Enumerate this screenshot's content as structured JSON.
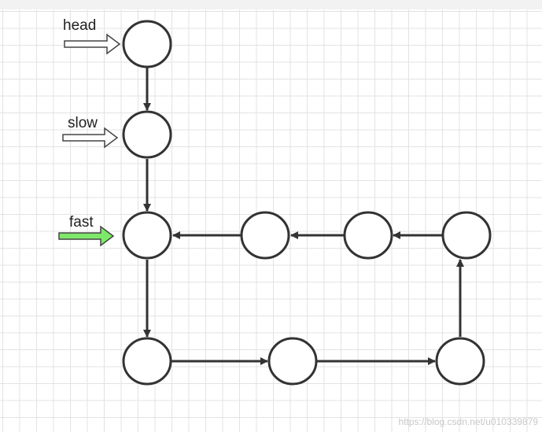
{
  "labels": {
    "head": "head",
    "slow": "slow",
    "fast": "fast"
  },
  "watermark": "https://blog.csdn.net/u010339879",
  "colors": {
    "node_stroke": "#333333",
    "arrow": "#333333",
    "pointer_outline": "#444444",
    "pointer_fill_head": "#ffffff",
    "pointer_fill_slow": "#ffffff",
    "pointer_fill_fast": "#7ee86a"
  }
}
